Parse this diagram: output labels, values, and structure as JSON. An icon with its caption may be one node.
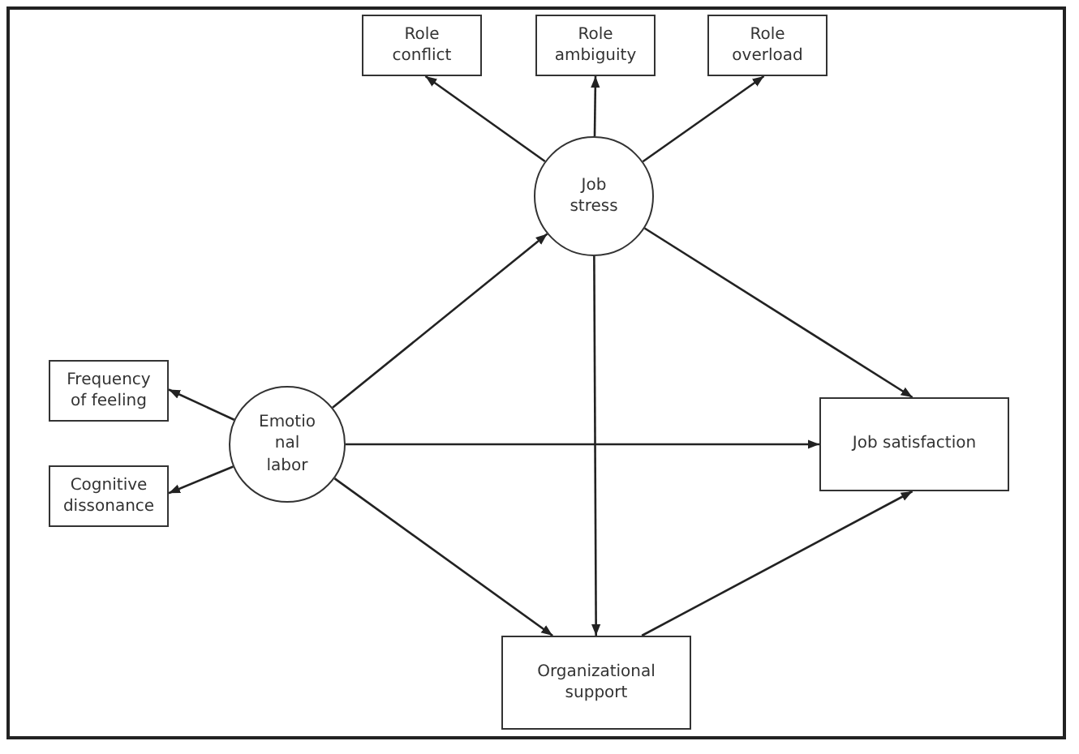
{
  "diagram": {
    "nodes": [
      {
        "text": [
          "Role conflict"
        ]
      },
      {
        "text": [
          "Role ambiguity"
        ]
      },
      {
        "text": [
          "Role overload"
        ]
      },
      {
        "text": [
          "Job stress"
        ]
      },
      {
        "text": [
          "Frequency of feeling"
        ]
      },
      {
        "text": [
          "Cognitive dissonance"
        ]
      },
      {
        "text": [
          "Emotio nal labor"
        ]
      },
      {
        "text": [
          "Job satisfaction"
        ]
      },
      {
        "text": [
          "Organizational support"
        ]
      }
    ],
    "edges": [
      {
        "from": 3,
        "to": 0,
        "arrow": "to"
      },
      {
        "from": 3,
        "to": 1,
        "arrow": "to"
      },
      {
        "from": 3,
        "to": 2,
        "arrow": "to"
      },
      {
        "from": 6,
        "to": 4,
        "arrow": "to"
      },
      {
        "from": 6,
        "to": 5,
        "arrow": "to"
      },
      {
        "from": 6,
        "to": 3,
        "arrow": "to"
      },
      {
        "from": 6,
        "to": 7,
        "arrow": "to"
      },
      {
        "from": 6,
        "to": 8,
        "arrow": "to"
      },
      {
        "from": 3,
        "to": 7,
        "arrow": "to"
      },
      {
        "from": 3,
        "to": 8,
        "arrow": "to"
      },
      {
        "from": 8,
        "to": 7,
        "arrow": "to"
      }
    ]
  }
}
